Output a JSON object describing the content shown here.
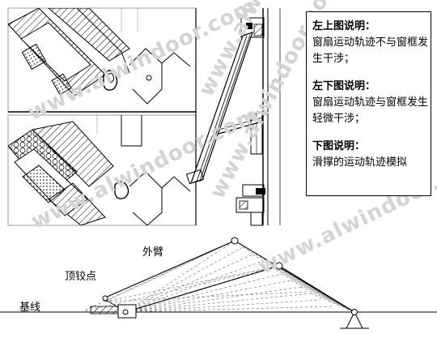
{
  "notes": {
    "top_left_heading": "左上图说明：",
    "top_left_text": "窗扇运动轨迹不与窗框发生干涉；",
    "bottom_left_heading": "左下图说明：",
    "bottom_left_text": "窗扇运动轨迹与窗框发生轻微干涉；",
    "bottom_heading": "下图说明：",
    "bottom_text": "滑撑的运动轨迹模拟"
  },
  "labels": {
    "outer_arm": "外臂",
    "top_hinge": "顶铰点",
    "baseline": "基线"
  },
  "watermark": "www.alwindoor.com"
}
